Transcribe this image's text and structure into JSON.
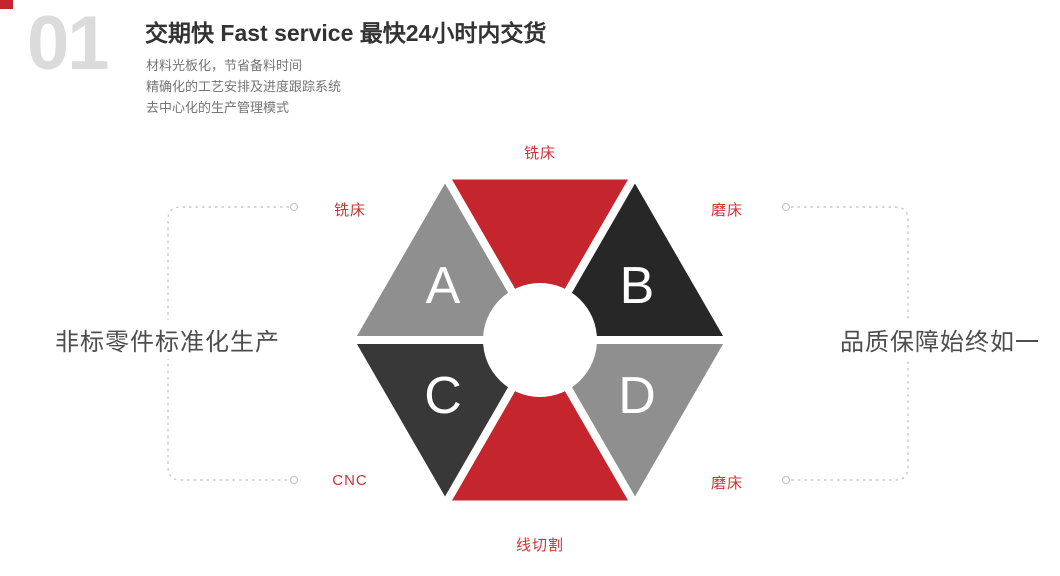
{
  "accent": {
    "red": "#c5262d",
    "label_red": "#cf3338",
    "connector": "#c9c9c9"
  },
  "header": {
    "number": "01",
    "title": "交期快  Fast service 最快24小时内交货",
    "subtitles": [
      "材料光板化，节省备料时间",
      "精确化的工艺安排及进度跟踪系统",
      "去中心化的生产管理模式"
    ]
  },
  "side_notes": {
    "left": "非标零件标准化生产",
    "right": "品质保障始终如一"
  },
  "diagram": {
    "segments": [
      {
        "name": "top",
        "letter": "",
        "color": "#c5262d",
        "label": "铣床"
      },
      {
        "name": "upper-left",
        "letter": "A",
        "color": "#8f8f8f",
        "label": "铣床"
      },
      {
        "name": "upper-right",
        "letter": "B",
        "color": "#272727",
        "label": "磨床"
      },
      {
        "name": "lower-left",
        "letter": "C",
        "color": "#383838",
        "label": "CNC"
      },
      {
        "name": "lower-right",
        "letter": "D",
        "color": "#8f8f8f",
        "label": "磨床"
      },
      {
        "name": "bottom",
        "letter": "",
        "color": "#c5262d",
        "label": "线切割"
      }
    ]
  }
}
